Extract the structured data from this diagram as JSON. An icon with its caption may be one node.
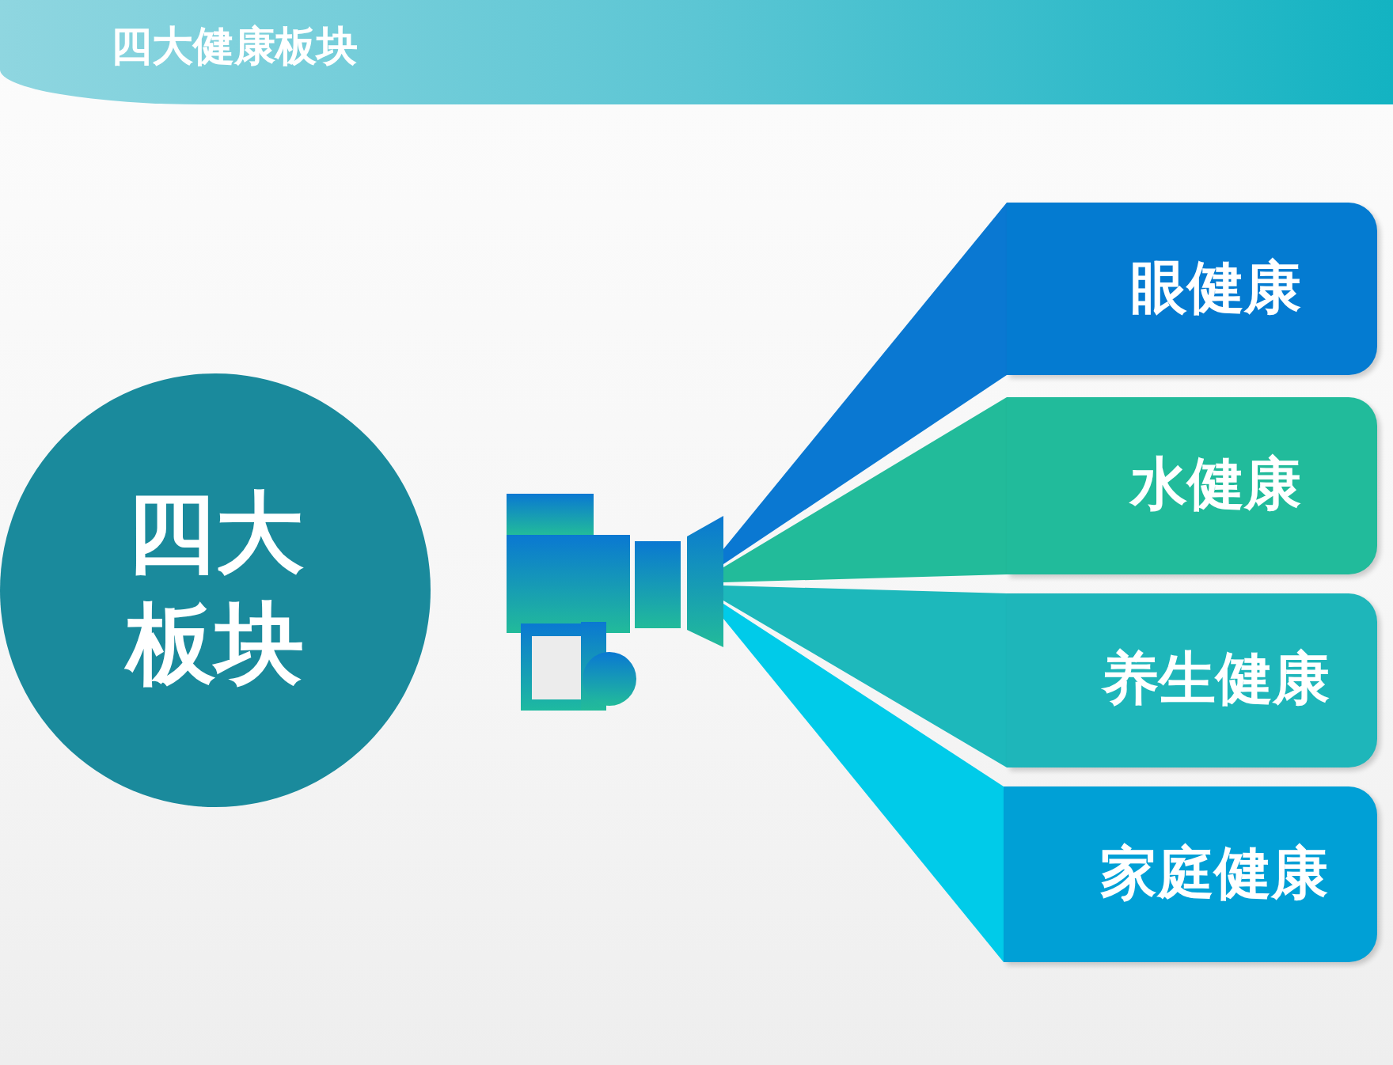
{
  "diagram": {
    "title": "四大健康板块",
    "nodes": [
      {
        "text": [
          "四大板块"
        ]
      },
      {
        "text": [],
        "shape": "picture"
      },
      {
        "text": [
          "眼健康"
        ]
      },
      {
        "text": [
          "水健康"
        ]
      },
      {
        "text": [
          "养生健康"
        ]
      },
      {
        "text": [
          "家庭健康"
        ]
      }
    ],
    "edges": [
      {
        "from": 1,
        "to": 2,
        "arrow": "none",
        "color": "#0a78d2"
      },
      {
        "from": 1,
        "to": 3,
        "arrow": "none",
        "color": "#22bb9a"
      },
      {
        "from": 1,
        "to": 4,
        "arrow": "none",
        "color": "#1db8bb"
      },
      {
        "from": 1,
        "to": 5,
        "arrow": "none",
        "color": "#00cbe9"
      }
    ]
  }
}
